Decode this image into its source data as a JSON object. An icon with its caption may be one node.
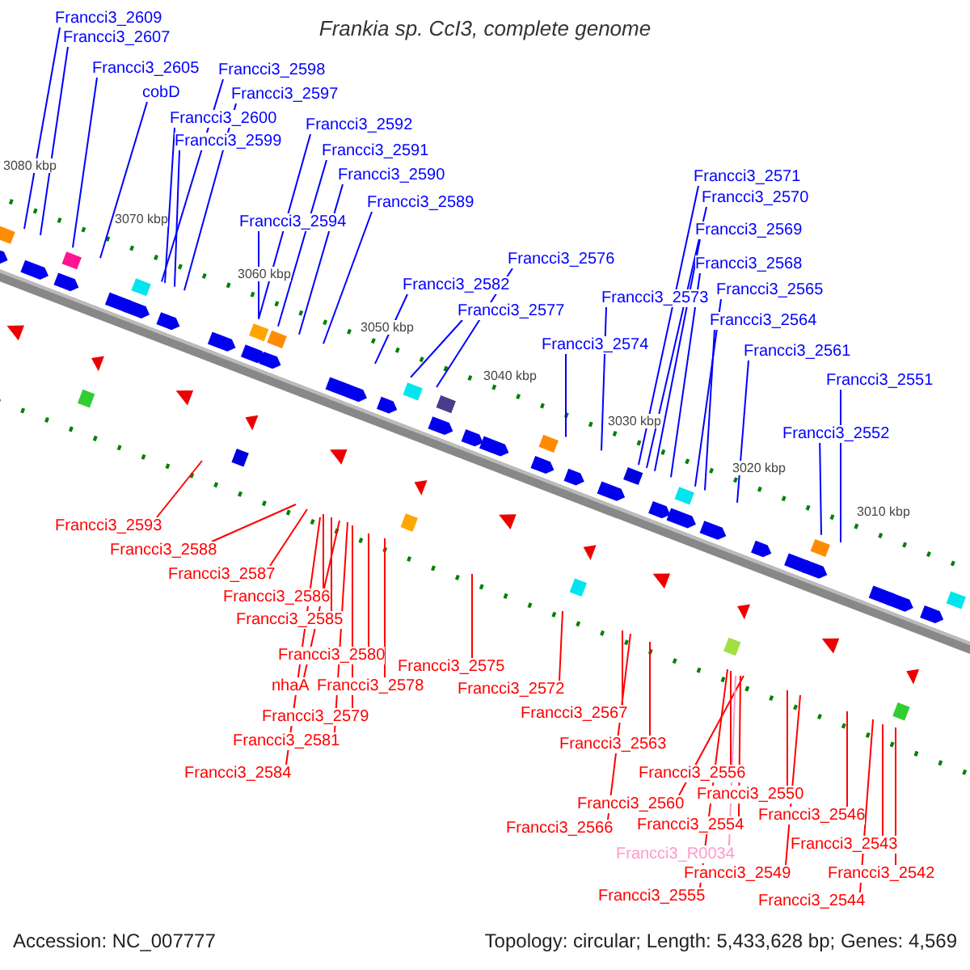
{
  "diagram": {
    "title": "Frankia sp. CcI3, complete genome",
    "nodes": [
      {
        "text": [
          "Francci3_2609"
        ]
      },
      {
        "text": [
          "Francci3_2607"
        ]
      },
      {
        "text": [
          "Francci3_2605"
        ]
      },
      {
        "text": [
          "cobD"
        ]
      },
      {
        "text": [
          "Francci3_2598"
        ]
      },
      {
        "text": [
          "Francci3_2597"
        ]
      },
      {
        "text": [
          "Francci3_2600"
        ]
      },
      {
        "text": [
          "Francci3_2599"
        ]
      },
      {
        "text": [
          "Francci3_2592"
        ]
      },
      {
        "text": [
          "Francci3_2591"
        ]
      },
      {
        "text": [
          "Francci3_2590"
        ]
      },
      {
        "text": [
          "Francci3_2589"
        ]
      },
      {
        "text": [
          "Francci3_2594"
        ]
      },
      {
        "text": [
          "Francci3_2582"
        ]
      },
      {
        "text": [
          "Francci3_2577"
        ]
      },
      {
        "text": [
          "Francci3_2576"
        ]
      },
      {
        "text": [
          "Francci3_2574"
        ]
      },
      {
        "text": [
          "Francci3_2573"
        ]
      },
      {
        "text": [
          "Francci3_2571"
        ]
      },
      {
        "text": [
          "Francci3_2570"
        ]
      },
      {
        "text": [
          "Francci3_2569"
        ]
      },
      {
        "text": [
          "Francci3_2568"
        ]
      },
      {
        "text": [
          "Francci3_2565"
        ]
      },
      {
        "text": [
          "Francci3_2564"
        ]
      },
      {
        "text": [
          "Francci3_2561"
        ]
      },
      {
        "text": [
          "Francci3_2551"
        ]
      },
      {
        "text": [
          "Francci3_2552"
        ]
      },
      {
        "text": [
          "Francci3_2593"
        ]
      },
      {
        "text": [
          "Francci3_2588"
        ]
      },
      {
        "text": [
          "Francci3_2587"
        ]
      },
      {
        "text": [
          "Francci3_2586"
        ]
      },
      {
        "text": [
          "Francci3_2585"
        ]
      },
      {
        "text": [
          "Francci3_2580"
        ]
      },
      {
        "text": [
          "nhaA"
        ]
      },
      {
        "text": [
          "Francci3_2578"
        ]
      },
      {
        "text": [
          "Francci3_2579"
        ]
      },
      {
        "text": [
          "Francci3_2581"
        ]
      },
      {
        "text": [
          "Francci3_2584"
        ]
      },
      {
        "text": [
          "Francci3_2575"
        ]
      },
      {
        "text": [
          "Francci3_2572"
        ]
      },
      {
        "text": [
          "Francci3_2567"
        ]
      },
      {
        "text": [
          "Francci3_2563"
        ]
      },
      {
        "text": [
          "Francci3_2556"
        ]
      },
      {
        "text": [
          "Francci3_2560"
        ]
      },
      {
        "text": [
          "Francci3_2550"
        ]
      },
      {
        "text": [
          "Francci3_2566"
        ]
      },
      {
        "text": [
          "Francci3_2554"
        ]
      },
      {
        "text": [
          "Francci3_R0034"
        ]
      },
      {
        "text": [
          "Francci3_2546"
        ]
      },
      {
        "text": [
          "Francci3_2543"
        ]
      },
      {
        "text": [
          "Francci3_2549"
        ]
      },
      {
        "text": [
          "Francci3_2542"
        ]
      },
      {
        "text": [
          "Francci3_2555"
        ]
      },
      {
        "text": [
          "Francci3_2544"
        ]
      }
    ],
    "edges": [
      {
        "from": 0,
        "to": null,
        "arrow": "none",
        "color": "#0000ff"
      },
      {
        "from": 1,
        "to": null,
        "arrow": "none",
        "color": "#0000ff"
      },
      {
        "from": 2,
        "to": null,
        "arrow": "none",
        "color": "#0000ff"
      },
      {
        "from": 3,
        "to": null,
        "arrow": "none",
        "color": "#0000ff"
      },
      {
        "from": 4,
        "to": null,
        "arrow": "none",
        "color": "#0000ff"
      },
      {
        "from": 5,
        "to": null,
        "arrow": "none",
        "color": "#0000ff"
      },
      {
        "from": 6,
        "to": null,
        "arrow": "none",
        "color": "#0000ff"
      },
      {
        "from": 7,
        "to": null,
        "arrow": "none",
        "color": "#0000ff"
      },
      {
        "from": 8,
        "to": null,
        "arrow": "none",
        "color": "#0000ff"
      },
      {
        "from": 9,
        "to": null,
        "arrow": "none",
        "color": "#0000ff"
      },
      {
        "from": 10,
        "to": null,
        "arrow": "none",
        "color": "#0000ff"
      },
      {
        "from": 11,
        "to": null,
        "arrow": "none",
        "color": "#0000ff"
      },
      {
        "from": 12,
        "to": null,
        "arrow": "none",
        "color": "#0000ff"
      },
      {
        "from": 13,
        "to": null,
        "arrow": "none",
        "color": "#0000ff"
      },
      {
        "from": 14,
        "to": null,
        "arrow": "none",
        "color": "#0000ff"
      },
      {
        "from": 15,
        "to": null,
        "arrow": "none",
        "color": "#0000ff"
      },
      {
        "from": 16,
        "to": null,
        "arrow": "none",
        "color": "#0000ff"
      },
      {
        "from": 17,
        "to": null,
        "arrow": "none",
        "color": "#0000ff"
      },
      {
        "from": 18,
        "to": null,
        "arrow": "none",
        "color": "#0000ff"
      },
      {
        "from": 19,
        "to": null,
        "arrow": "none",
        "color": "#0000ff"
      },
      {
        "from": 20,
        "to": null,
        "arrow": "none",
        "color": "#0000ff"
      },
      {
        "from": 21,
        "to": null,
        "arrow": "none",
        "color": "#0000ff"
      },
      {
        "from": 22,
        "to": null,
        "arrow": "none",
        "color": "#0000ff"
      },
      {
        "from": 23,
        "to": null,
        "arrow": "none",
        "color": "#0000ff"
      },
      {
        "from": 24,
        "to": null,
        "arrow": "none",
        "color": "#0000ff"
      },
      {
        "from": 25,
        "to": null,
        "arrow": "none",
        "color": "#0000ff"
      },
      {
        "from": 26,
        "to": null,
        "arrow": "none",
        "color": "#0000ff"
      },
      {
        "from": 27,
        "to": null,
        "arrow": "none",
        "color": "#ff0000"
      },
      {
        "from": 28,
        "to": null,
        "arrow": "none",
        "color": "#ff0000"
      },
      {
        "from": 29,
        "to": null,
        "arrow": "none",
        "color": "#ff0000"
      },
      {
        "from": 30,
        "to": null,
        "arrow": "none",
        "color": "#ff0000"
      },
      {
        "from": 31,
        "to": null,
        "arrow": "none",
        "color": "#ff0000"
      },
      {
        "from": 32,
        "to": null,
        "arrow": "none",
        "color": "#ff0000"
      },
      {
        "from": 33,
        "to": null,
        "arrow": "none",
        "color": "#ff0000"
      },
      {
        "from": 34,
        "to": null,
        "arrow": "none",
        "color": "#ff0000"
      },
      {
        "from": 35,
        "to": null,
        "arrow": "none",
        "color": "#ff0000"
      },
      {
        "from": 36,
        "to": null,
        "arrow": "none",
        "color": "#ff0000"
      },
      {
        "from": 37,
        "to": null,
        "arrow": "none",
        "color": "#ff0000"
      },
      {
        "from": 38,
        "to": null,
        "arrow": "none",
        "color": "#ff0000"
      },
      {
        "from": 39,
        "to": null,
        "arrow": "none",
        "color": "#ff0000"
      },
      {
        "from": 40,
        "to": null,
        "arrow": "none",
        "color": "#ff0000"
      },
      {
        "from": 41,
        "to": null,
        "arrow": "none",
        "color": "#ff0000"
      },
      {
        "from": 42,
        "to": null,
        "arrow": "none",
        "color": "#ff0000"
      },
      {
        "from": 43,
        "to": null,
        "arrow": "none",
        "color": "#ff0000"
      },
      {
        "from": 44,
        "to": null,
        "arrow": "none",
        "color": "#ff0000"
      },
      {
        "from": 45,
        "to": null,
        "arrow": "none",
        "color": "#ff0000"
      },
      {
        "from": 46,
        "to": null,
        "arrow": "none",
        "color": "#ff0000"
      },
      {
        "from": 47,
        "to": null,
        "arrow": "none",
        "color": "#ff99cc"
      },
      {
        "from": 48,
        "to": null,
        "arrow": "none",
        "color": "#ff0000"
      },
      {
        "from": 49,
        "to": null,
        "arrow": "none",
        "color": "#ff0000"
      },
      {
        "from": 50,
        "to": null,
        "arrow": "none",
        "color": "#ff0000"
      },
      {
        "from": 51,
        "to": null,
        "arrow": "none",
        "color": "#ff0000"
      },
      {
        "from": 52,
        "to": null,
        "arrow": "none",
        "color": "#ff0000"
      },
      {
        "from": 53,
        "to": null,
        "arrow": "none",
        "color": "#ff0000"
      }
    ],
    "labels": [
      "3080 kbp",
      "3070 kbp",
      "3060 kbp",
      "3050 kbp",
      "3040 kbp",
      "3030 kbp",
      "3020 kbp",
      "3010 kbp",
      "Accession: NC_007777",
      "Topology: circular; Length: 5,433,628 bp; Genes: 4,569"
    ]
  }
}
